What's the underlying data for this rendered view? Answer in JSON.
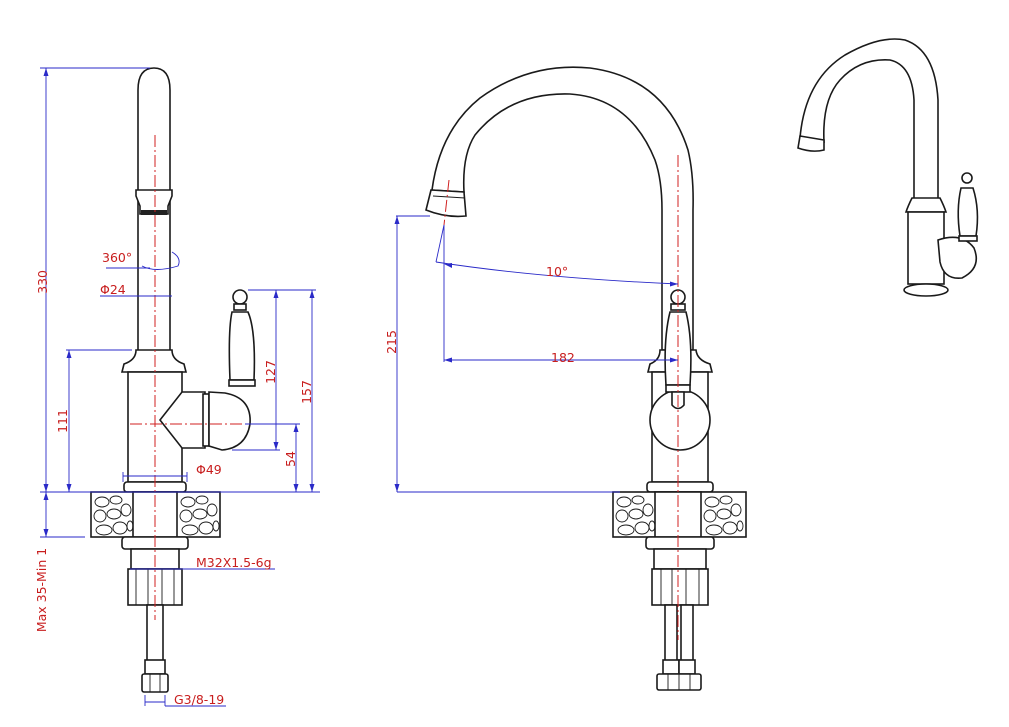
{
  "drawing": {
    "title": "Kitchen faucet dimension drawing",
    "colors": {
      "outline": "#1a1a1a",
      "dimension": "#2a2ac8",
      "label": "#c81e1e",
      "centerline": "#d02020"
    },
    "side_view": {
      "labels": {
        "total_height": "330",
        "rotation": "360°",
        "spout_diameter": "Φ24",
        "body_height": "111",
        "handle_height": "127",
        "handle_total_height": "157",
        "handle_axis_height": "54",
        "base_diameter": "Φ49",
        "counter_thickness": "Max 35-Min 1",
        "thread": "M32X1.5-6g",
        "hose_connection": "G3/8-19"
      }
    },
    "front_view": {
      "labels": {
        "spout_height": "215",
        "tilt_angle": "10°",
        "spout_reach": "182"
      }
    }
  }
}
